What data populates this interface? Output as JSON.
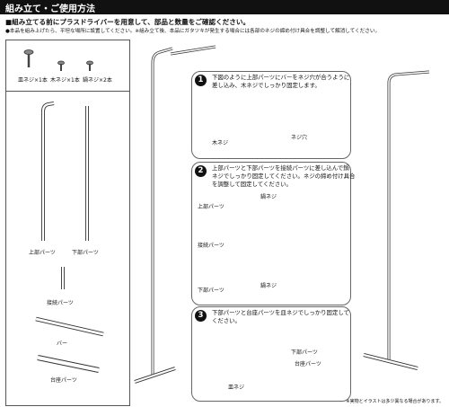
{
  "header": {
    "title": "組み立て・ご使用方法"
  },
  "intro": "■組み立てる前にプラスドライバーを用意して、部品と数量をご確認ください。",
  "note": "●本品を組み上げたら、平坦な場所に設置してください。※組み立て後、本品にガタツキが発生する場合には各部のネジの締め付け具合を調整して解消してください。",
  "screws": [
    {
      "label": "皿ネジ×1本"
    },
    {
      "label": "木ネジ×1本"
    },
    {
      "label": "鍋ネジ×2本"
    }
  ],
  "parts": {
    "upper": "上部パーツ",
    "lower": "下部パーツ",
    "joint": "接続パーツ",
    "bar": "バー",
    "base": "台座パーツ"
  },
  "steps": [
    {
      "num": "1",
      "text": "下図のように上部パーツにバーをネジ穴が合うように\n差し込み、木ネジでしっかり固定します。",
      "labels": {
        "wood_screw": "木ネジ",
        "screw_hole": "ネジ穴"
      }
    },
    {
      "num": "2",
      "text": "上部パーツと下部パーツを接続パーツに差し込んで鍋\nネジでしっかり固定してください。ネジの締め付け具合\nを調整して固定してください。",
      "labels": {
        "upper": "上部パーツ",
        "joint": "接続パーツ",
        "lower": "下部パーツ",
        "pan_screw_top": "鍋ネジ",
        "pan_screw_bottom": "鍋ネジ"
      }
    },
    {
      "num": "3",
      "text": "下部パーツと台座パーツを皿ネジでしっかり固定して\nください。",
      "labels": {
        "lower": "下部パーツ",
        "base": "台座パーツ",
        "flat_screw": "皿ネジ"
      }
    }
  ],
  "footnote": "※実物とイラストは多少異なる場合があります。"
}
